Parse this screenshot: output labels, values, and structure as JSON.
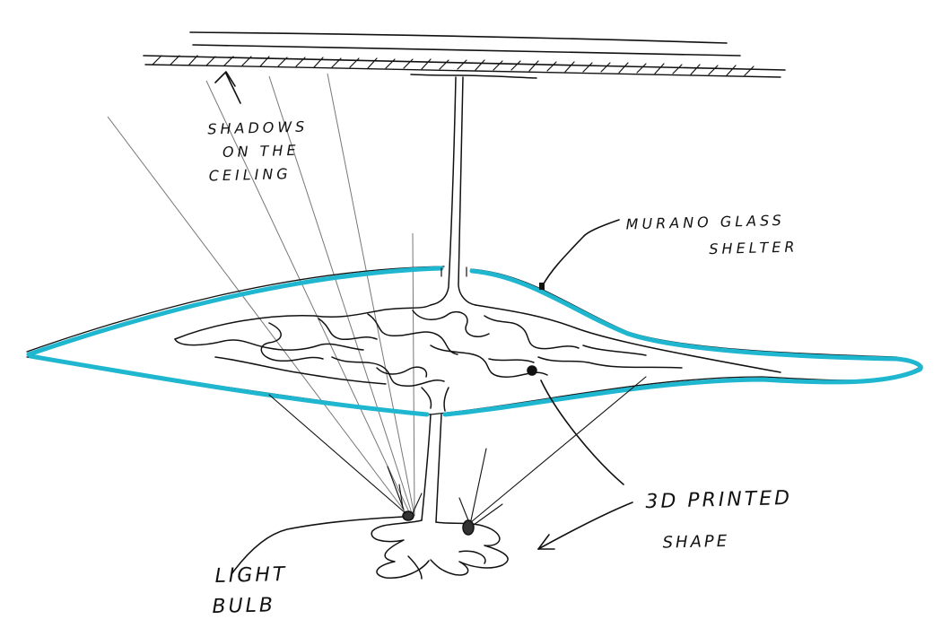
{
  "labels": {
    "shadows": [
      "Shadows",
      "on the",
      "ceiling"
    ],
    "glass": [
      "Murano glass",
      "shelter"
    ],
    "printed": [
      "3D Printed",
      "Shape"
    ],
    "bulb": [
      "Light",
      "Bulb"
    ]
  },
  "colors": {
    "ink": "#111111",
    "glass": "#1fb6cf",
    "background": "#ffffff"
  }
}
